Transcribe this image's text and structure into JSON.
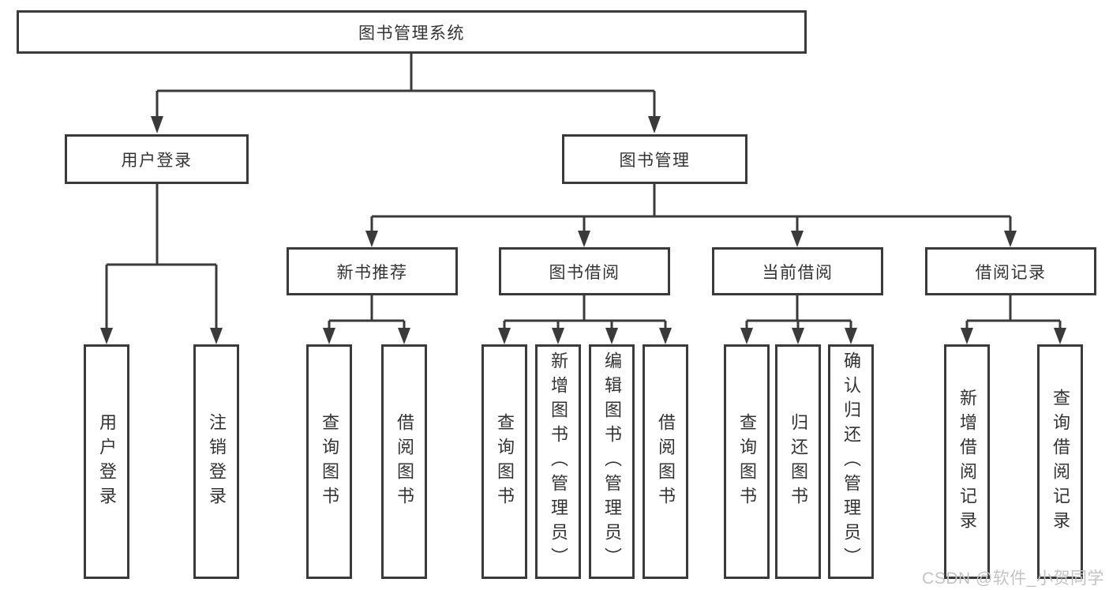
{
  "diagram": {
    "type": "function-structure-tree",
    "colors": {
      "line": "#3a3a3a",
      "box_border": "#3a3a3a",
      "text": "#333333",
      "watermark_text": "#c3c3c3",
      "background": "#ffffff"
    },
    "tree": {
      "root": {
        "label": "图书管理系统"
      },
      "children": [
        {
          "label": "用户登录",
          "children": [
            {
              "label": "用户登录"
            },
            {
              "label": "注销登录"
            }
          ]
        },
        {
          "label": "图书管理",
          "children": [
            {
              "label": "新书推荐",
              "children": [
                {
                  "label": "查询图书"
                },
                {
                  "label": "借阅图书"
                }
              ]
            },
            {
              "label": "图书借阅",
              "children": [
                {
                  "label": "查询图书"
                },
                {
                  "label": "新增图书（管理员）"
                },
                {
                  "label": "编辑图书（管理员）"
                },
                {
                  "label": "借阅图书"
                }
              ]
            },
            {
              "label": "当前借阅",
              "children": [
                {
                  "label": "查询图书"
                },
                {
                  "label": "归还图书"
                },
                {
                  "label": "确认归还（管理员）"
                }
              ]
            },
            {
              "label": "借阅记录",
              "children": [
                {
                  "label": "新增借阅记录"
                },
                {
                  "label": "查询借阅记录"
                }
              ]
            }
          ]
        }
      ]
    },
    "watermark": {
      "text": "CSDN @软件_小贺同学"
    }
  }
}
